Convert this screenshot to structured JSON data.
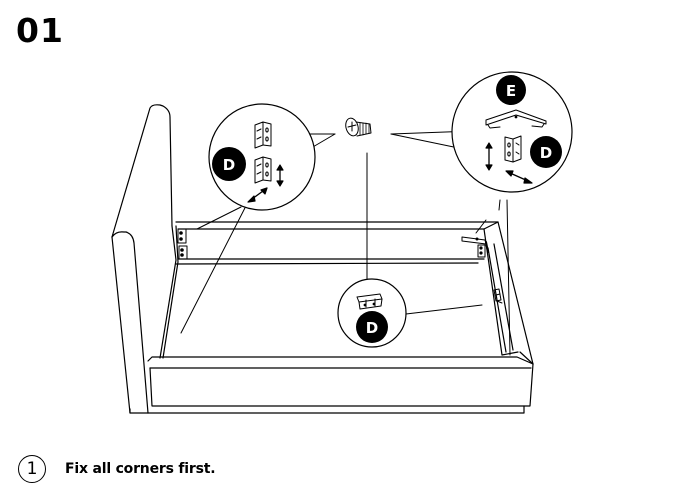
{
  "page": {
    "step_number": "01"
  },
  "instructions": [
    {
      "number": "1",
      "text": "Fix all corners first."
    }
  ],
  "callouts": {
    "left_callout": {
      "part_label": "D"
    },
    "top_right_callout": {
      "part_labels": [
        "E",
        "D"
      ]
    },
    "center_callout": {
      "part_label": "D"
    }
  },
  "colors": {
    "ink": "#000000",
    "background": "#ffffff",
    "label_fill": "#000000",
    "label_text": "#ffffff"
  }
}
